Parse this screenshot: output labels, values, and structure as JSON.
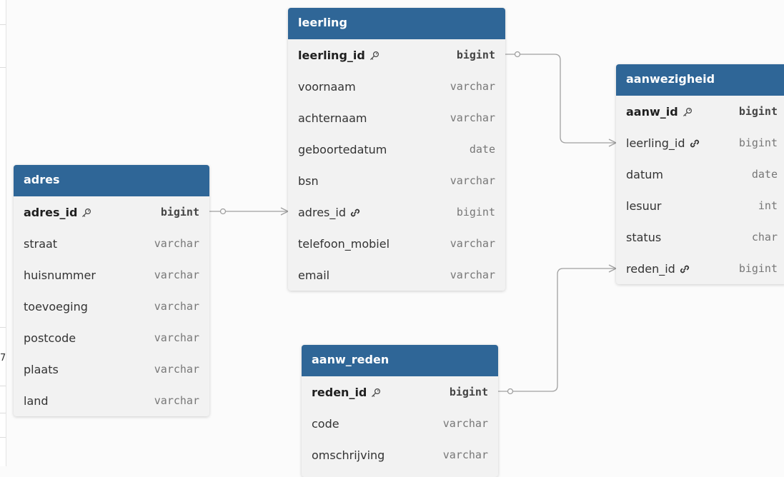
{
  "stray_mark": "7",
  "tables": [
    {
      "key": "leerling",
      "name": "leerling",
      "fields": [
        {
          "name": "leerling_id",
          "type": "bigint",
          "pk": true
        },
        {
          "name": "voornaam",
          "type": "varchar"
        },
        {
          "name": "achternaam",
          "type": "varchar"
        },
        {
          "name": "geboortedatum",
          "type": "date"
        },
        {
          "name": "bsn",
          "type": "varchar"
        },
        {
          "name": "adres_id",
          "type": "bigint",
          "fk": true
        },
        {
          "name": "telefoon_mobiel",
          "type": "varchar"
        },
        {
          "name": "email",
          "type": "varchar"
        }
      ]
    },
    {
      "key": "aanwezigheid",
      "name": "aanwezigheid",
      "fields": [
        {
          "name": "aanw_id",
          "type": "bigint",
          "pk": true
        },
        {
          "name": "leerling_id",
          "type": "bigint",
          "fk": true
        },
        {
          "name": "datum",
          "type": "date"
        },
        {
          "name": "lesuur",
          "type": "int"
        },
        {
          "name": "status",
          "type": "char"
        },
        {
          "name": "reden_id",
          "type": "bigint",
          "fk": true
        }
      ]
    },
    {
      "key": "adres",
      "name": "adres",
      "fields": [
        {
          "name": "adres_id",
          "type": "bigint",
          "pk": true
        },
        {
          "name": "straat",
          "type": "varchar"
        },
        {
          "name": "huisnummer",
          "type": "varchar"
        },
        {
          "name": "toevoeging",
          "type": "varchar"
        },
        {
          "name": "postcode",
          "type": "varchar"
        },
        {
          "name": "plaats",
          "type": "varchar"
        },
        {
          "name": "land",
          "type": "varchar"
        }
      ]
    },
    {
      "key": "aanw_reden",
      "name": "aanw_reden",
      "fields": [
        {
          "name": "reden_id",
          "type": "bigint",
          "pk": true
        },
        {
          "name": "code",
          "type": "varchar"
        },
        {
          "name": "omschrijving",
          "type": "varchar"
        }
      ]
    }
  ],
  "relations": [
    {
      "from": "leerling.leerling_id",
      "to": "aanwezigheid.leerling_id",
      "cardinality": "one-to-many"
    },
    {
      "from": "adres.adres_id",
      "to": "leerling.adres_id",
      "cardinality": "one-to-many"
    },
    {
      "from": "aanw_reden.reden_id",
      "to": "aanwezigheid.reden_id",
      "cardinality": "one-to-many"
    }
  ],
  "colors": {
    "header": "#2f6697",
    "body": "#f2f2f2",
    "line": "#a0a0a0"
  },
  "icons": {
    "primary_key": "key-icon",
    "foreign_key": "link-icon"
  }
}
